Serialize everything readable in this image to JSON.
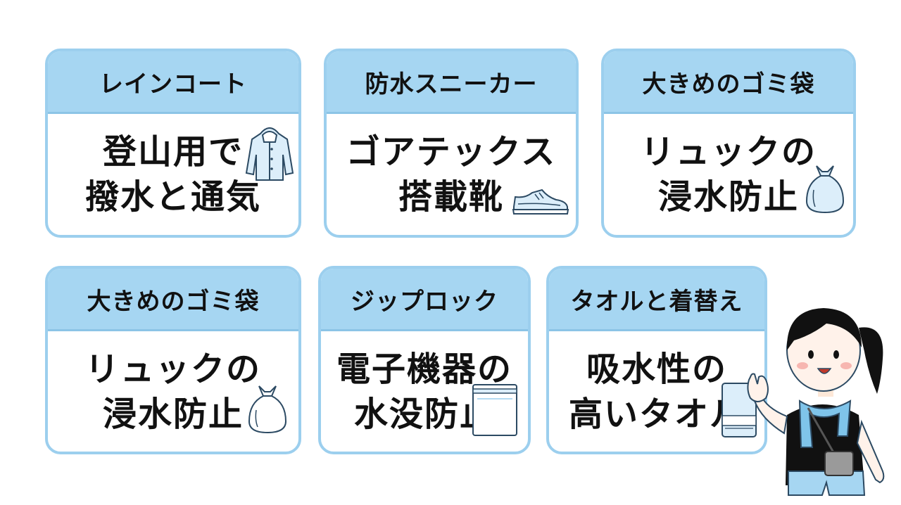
{
  "cards": [
    {
      "title": "レインコート",
      "lines": [
        "登山用で",
        "撥水と通気"
      ],
      "icon": "raincoat-icon"
    },
    {
      "title": "防水スニーカー",
      "lines": [
        "ゴアテックス",
        "搭載靴"
      ],
      "icon": "sneaker-icon"
    },
    {
      "title": "大きめのゴミ袋",
      "lines": [
        "リュックの",
        "浸水防止"
      ],
      "icon": "trash-bag-icon"
    },
    {
      "title": "大きめのゴミ袋",
      "lines": [
        "リュックの",
        "浸水防止"
      ],
      "icon": "trash-bag-icon"
    },
    {
      "title": "ジップロック",
      "lines": [
        "電子機器の",
        "水没防止"
      ],
      "icon": "zip-bag-icon"
    },
    {
      "title": "タオルと着替え",
      "lines": [
        "吸水性の",
        "高いタオル"
      ],
      "icon": "towel-icon"
    }
  ],
  "colors": {
    "header": "#a6d6f2",
    "border": "#9ccfee",
    "icon_fill": "#dceefa",
    "icon_stroke": "#2c4a63"
  },
  "character": "waving-hiker-girl-illustration"
}
